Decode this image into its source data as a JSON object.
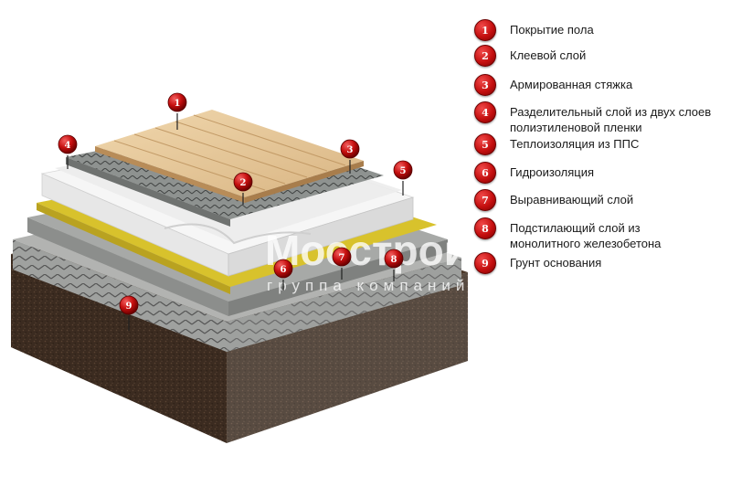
{
  "watermark": {
    "brand": "Мосстрой",
    "subtitle": "группа компаний"
  },
  "legend": [
    {
      "n": "1",
      "label": "Покрытие пола"
    },
    {
      "n": "2",
      "label": "Клеевой слой"
    },
    {
      "n": "3",
      "label": "Армированная стяжка"
    },
    {
      "n": "4",
      "label": "Разделительный слой из двух слоев\nполиэтиленовой пленки"
    },
    {
      "n": "5",
      "label": "Теплоизоляция из ППС"
    },
    {
      "n": "6",
      "label": "Гидроизоляция"
    },
    {
      "n": "7",
      "label": "Выравнивающий слой"
    },
    {
      "n": "8",
      "label": "Подстилающий слой из\nмонолитного железобетона"
    },
    {
      "n": "9",
      "label": "Грунт основания"
    }
  ],
  "colors": {
    "pin": "#c50f0f",
    "soil": "#3a2a1f",
    "concrete": "#a9aaa8",
    "waterproofing": "#d9c326",
    "insulation": "#f3f3f3",
    "screed": "#8f9391",
    "wood": "#e8c99a"
  }
}
